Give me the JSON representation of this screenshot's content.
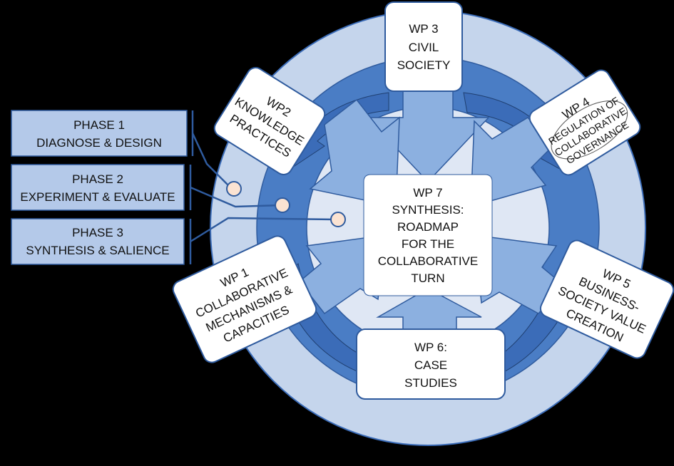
{
  "phases": [
    {
      "line1": "PHASE 1",
      "line2": "DIAGNOSE & DESIGN"
    },
    {
      "line1": "PHASE 2",
      "line2": "EXPERIMENT & EVALUATE"
    },
    {
      "line1": "PHASE 3",
      "line2": "SYNTHESIS & SALIENCE"
    }
  ],
  "work_packages": {
    "wp3": [
      "WP 3",
      "CIVIL",
      "SOCIETY"
    ],
    "wp2": [
      "WP2",
      "KNOWLEDGE",
      "PRACTICES"
    ],
    "wp4": [
      "WP 4",
      "REGULATION OF",
      "COLLABORATIVE",
      "GOVERNANCE"
    ],
    "wp7": [
      "WP 7",
      "SYNTHESIS:",
      "ROADMAP",
      "FOR THE",
      "COLLABORATIVE",
      "TURN"
    ],
    "wp1": [
      "WP 1",
      "COLLABORATIVE",
      "MECHANISMS &",
      "CAPACITIES"
    ],
    "wp5": [
      "WP 5",
      "BUSINESS-",
      "SOCIETY VALUE",
      "CREATION"
    ],
    "wp6": [
      "WP 6:",
      "CASE",
      "STUDIES"
    ]
  },
  "colors": {
    "background": "#000000",
    "outer_ring": "#c5d5ec",
    "mid_ring": "#4a7dc5",
    "inner_disc": "#dfe7f4",
    "arrow": "#8cb0e0",
    "arrow_dark": "#3b6cb8",
    "phase_box": "#b4c9e9",
    "phase_marker": "#fbe3d2",
    "box_fill": "#ffffff"
  }
}
